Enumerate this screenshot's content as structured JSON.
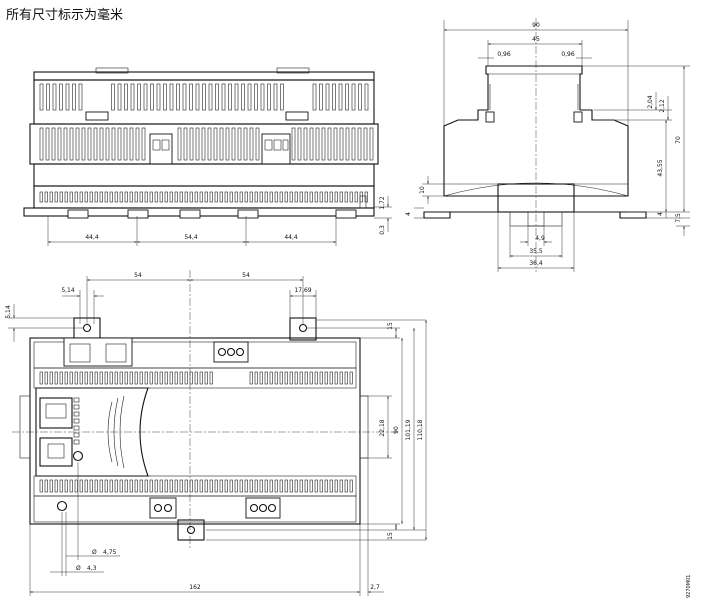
{
  "title": "所有尺寸标示为毫米",
  "top_view": {
    "dims": [
      "44,4",
      "54,4",
      "44,4",
      "1,72",
      "0,3"
    ]
  },
  "side_view": {
    "dims": [
      "90",
      "45",
      "0,96",
      "0,96",
      "2,04",
      "2,12",
      "70",
      "43,55",
      "10",
      "4",
      "7,5",
      "4,9",
      "35,5",
      "36,4"
    ]
  },
  "front_view": {
    "dims": [
      "54",
      "54",
      "5,14",
      "17,69",
      "5,14",
      "15",
      "22,18",
      "90",
      "101,19",
      "110,18",
      "15",
      "4,75",
      "4,3",
      "162",
      "2,7"
    ],
    "diameter_symbol": "Ø"
  },
  "drawing_code": "9270M01"
}
